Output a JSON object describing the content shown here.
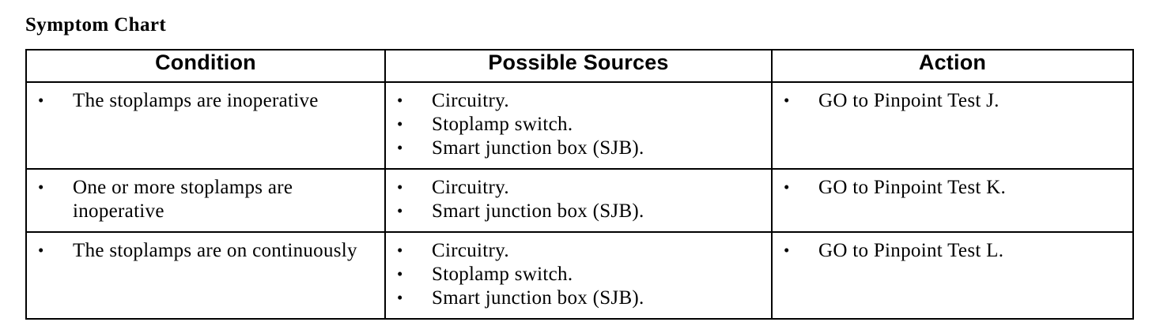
{
  "document": {
    "title": "Symptom Chart"
  },
  "table": {
    "headers": [
      {
        "label": "Condition"
      },
      {
        "label": "Possible Sources"
      },
      {
        "label": "Action"
      }
    ],
    "rows": [
      {
        "condition": [
          "The stoplamps are inoperative"
        ],
        "sources": [
          "Circuitry.",
          "Stoplamp switch.",
          "Smart junction box (SJB)."
        ],
        "action": [
          "GO to Pinpoint Test J."
        ]
      },
      {
        "condition": [
          "One or more stoplamps are inoperative"
        ],
        "sources": [
          "Circuitry.",
          "Smart junction box (SJB)."
        ],
        "action": [
          "GO to Pinpoint Test K."
        ]
      },
      {
        "condition": [
          "The stoplamps are on continuously"
        ],
        "sources": [
          "Circuitry.",
          "Stoplamp switch.",
          "Smart junction box (SJB)."
        ],
        "action": [
          "GO to Pinpoint Test L."
        ]
      }
    ]
  },
  "colors": {
    "ink": "#000000",
    "paper": "#ffffff"
  }
}
